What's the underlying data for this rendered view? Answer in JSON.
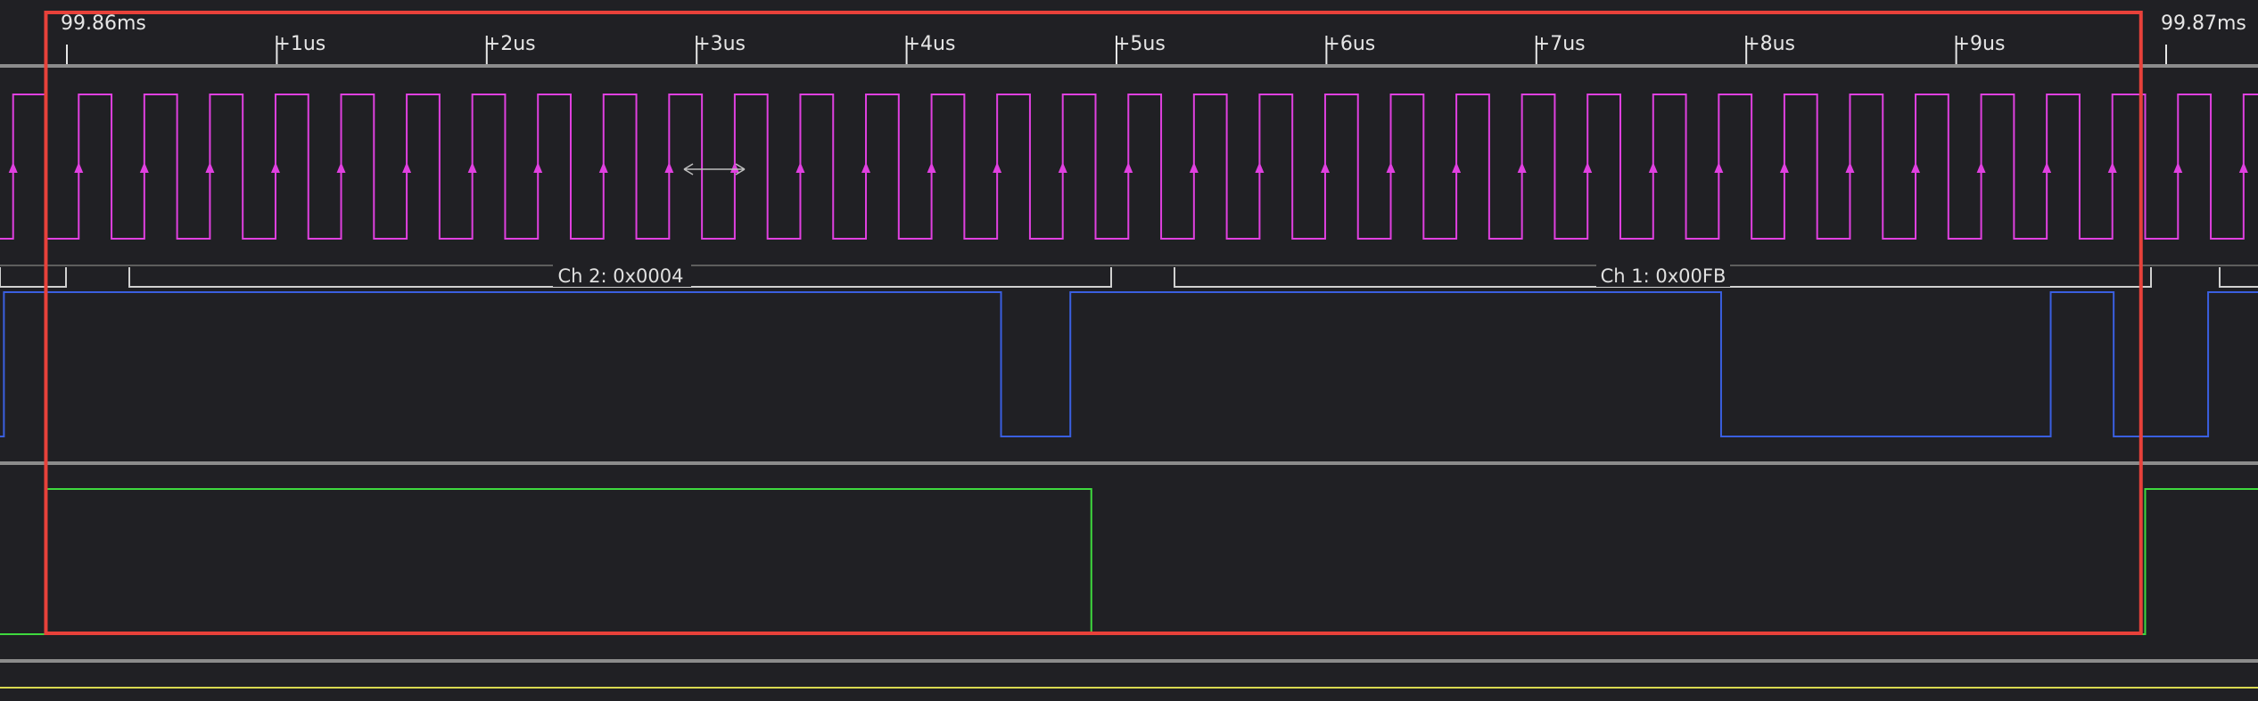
{
  "timeline": {
    "start_label": "99.86ms",
    "end_label": "99.87ms",
    "tick_labels": [
      "+1us",
      "+2us",
      "+3us",
      "+4us",
      "+5us",
      "+6us",
      "+7us",
      "+8us",
      "+9us"
    ]
  },
  "channels": [
    {
      "id": "clock",
      "color": "#e040e0",
      "period_us": 0.3125,
      "edge_markers": "rising-arrow"
    },
    {
      "id": "data",
      "color": "#3a5fe0",
      "transitions_us": [
        -0.3,
        4.45,
        4.78,
        7.88,
        9.45,
        9.75,
        10.2
      ],
      "initial_level": 0
    },
    {
      "id": "select",
      "color": "#3ed93e",
      "transitions_us": [
        -0.1,
        4.88,
        9.9
      ],
      "initial_level": 0
    },
    {
      "id": "trigger",
      "color": "#d8d850"
    }
  ],
  "protocol_frames": [
    {
      "label": "Ch 2: 0x0004"
    },
    {
      "label": "Ch 1: 0x00FB"
    }
  ],
  "selection": {
    "color": "#e8413a",
    "start_us": -0.1,
    "end_us": 9.88
  },
  "cursor": {
    "icon": "double-arrow-cursor-icon"
  },
  "colors": {
    "background": "#202024",
    "divider": "#8c8c8c",
    "label_bracket": "#d0d0d0"
  }
}
